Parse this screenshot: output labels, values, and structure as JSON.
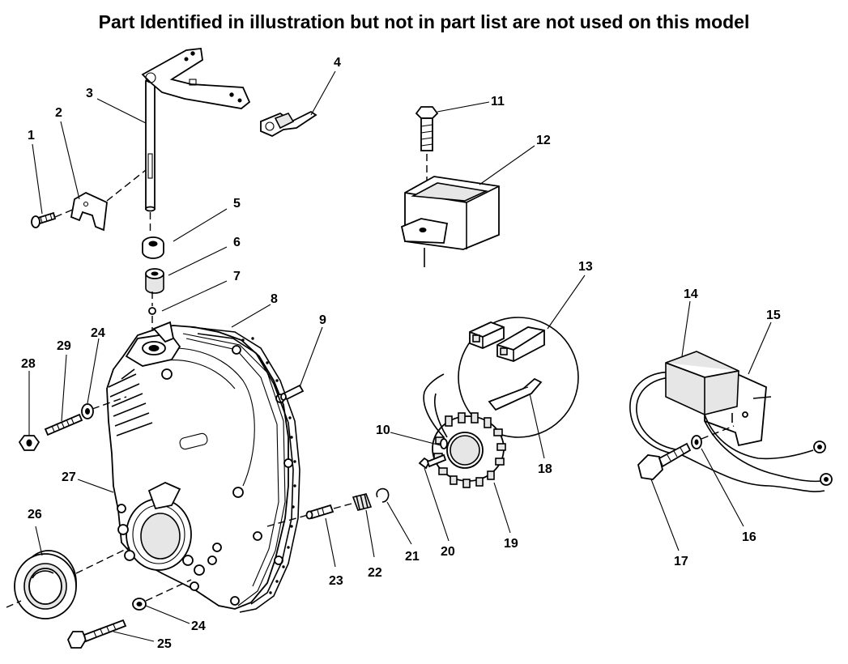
{
  "title": "Part Identified in illustration but not in part list are not used on this model",
  "callouts": [
    {
      "num": "1"
    },
    {
      "num": "2"
    },
    {
      "num": "3"
    },
    {
      "num": "4"
    },
    {
      "num": "5"
    },
    {
      "num": "6"
    },
    {
      "num": "7"
    },
    {
      "num": "8"
    },
    {
      "num": "9"
    },
    {
      "num": "10"
    },
    {
      "num": "11"
    },
    {
      "num": "12"
    },
    {
      "num": "13"
    },
    {
      "num": "14"
    },
    {
      "num": "15"
    },
    {
      "num": "16"
    },
    {
      "num": "17"
    },
    {
      "num": "18"
    },
    {
      "num": "19"
    },
    {
      "num": "20"
    },
    {
      "num": "21"
    },
    {
      "num": "22"
    },
    {
      "num": "23"
    },
    {
      "num": "24"
    },
    {
      "num": "24"
    },
    {
      "num": "25"
    },
    {
      "num": "26"
    },
    {
      "num": "27"
    },
    {
      "num": "28"
    },
    {
      "num": "29"
    }
  ]
}
